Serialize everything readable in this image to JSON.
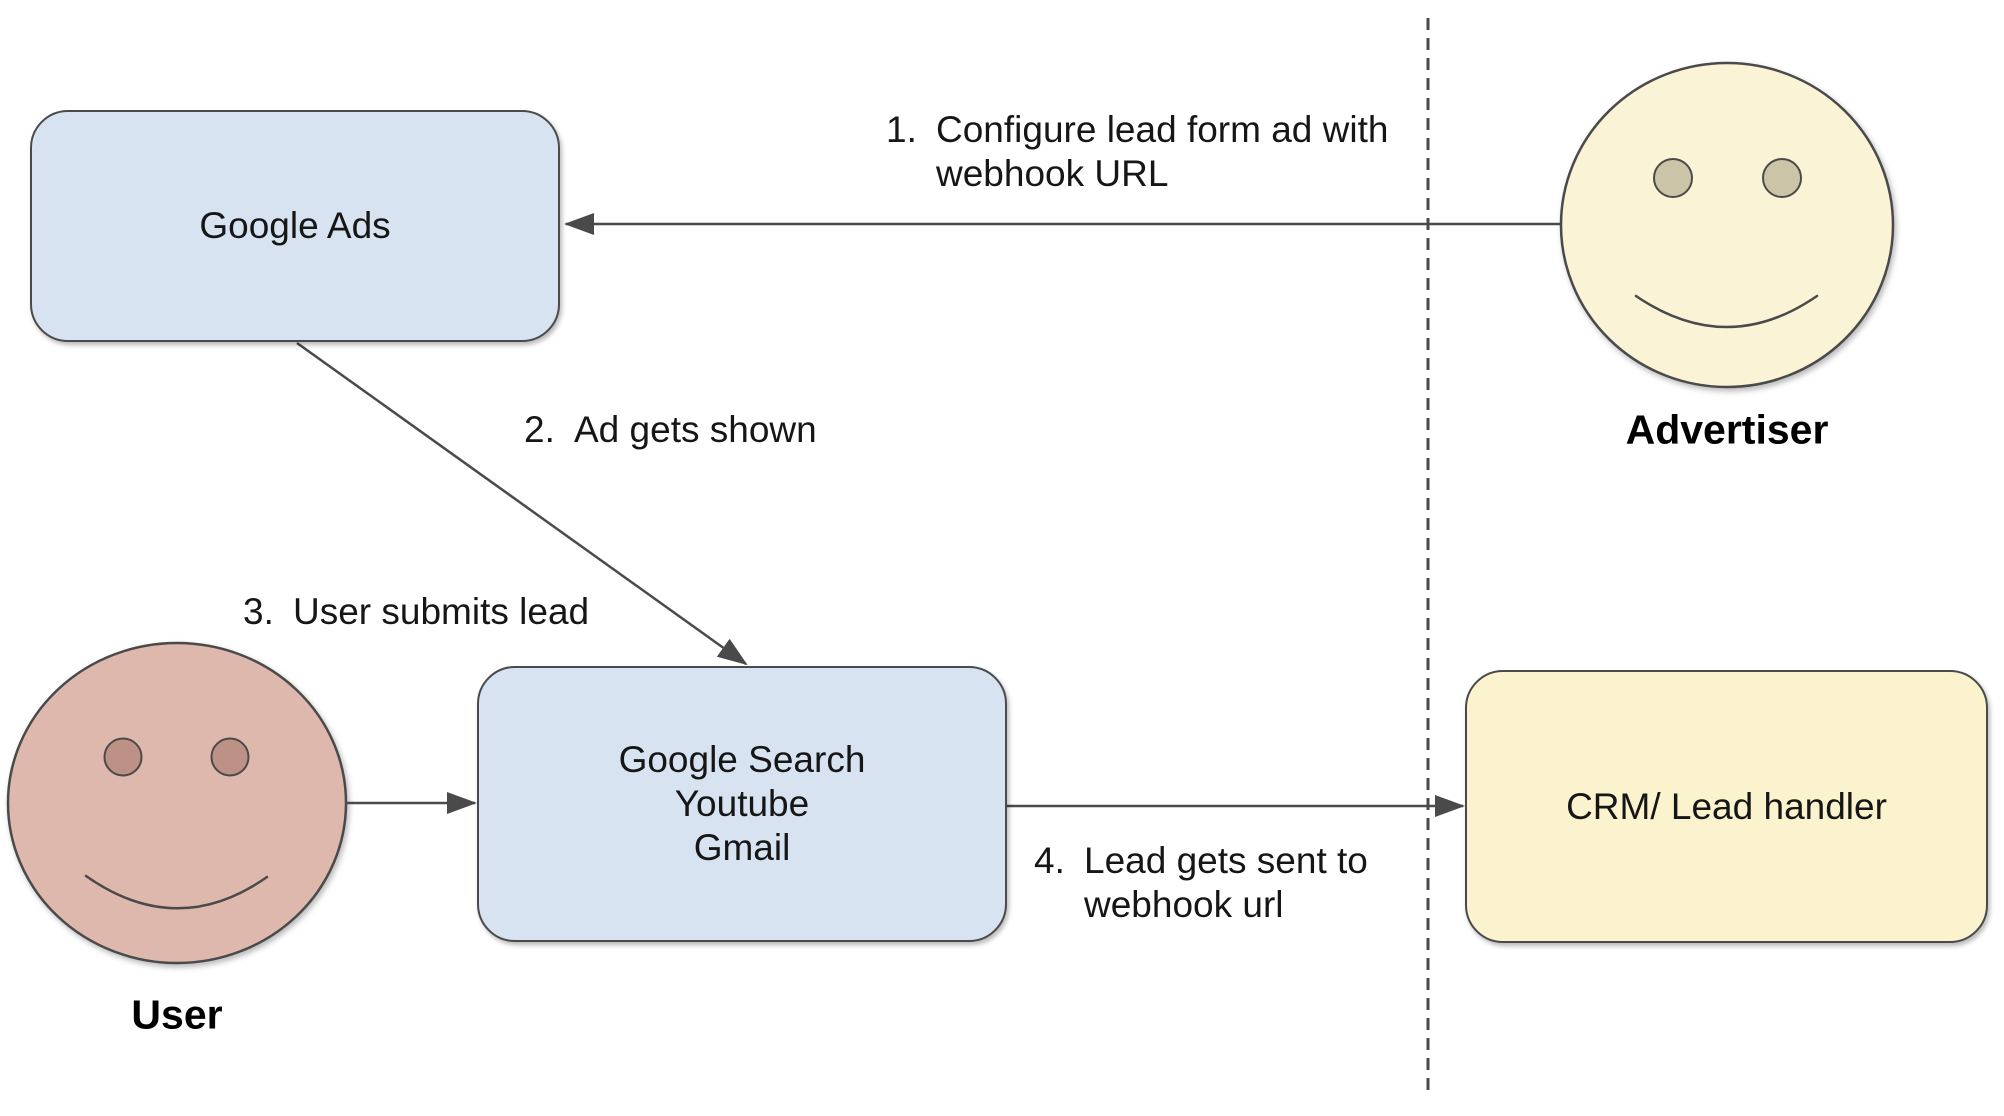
{
  "nodes": {
    "google_ads": {
      "label": "Google Ads"
    },
    "channels": {
      "lines": [
        "Google Search",
        "Youtube",
        "Gmail"
      ]
    },
    "crm": {
      "label": "CRM/ Lead handler"
    }
  },
  "actors": {
    "advertiser": {
      "label": "Advertiser"
    },
    "user": {
      "label": "User"
    }
  },
  "steps": [
    {
      "number": "1.",
      "lines": [
        "Configure lead form ad with",
        "webhook URL"
      ]
    },
    {
      "number": "2.",
      "lines": [
        "Ad gets shown"
      ]
    },
    {
      "number": "3.",
      "lines": [
        "User submits lead"
      ]
    },
    {
      "number": "4.",
      "lines": [
        "Lead gets sent to",
        "webhook url"
      ]
    }
  ],
  "colors": {
    "node-blue-fill": "#D7E3F1",
    "node-yellow-fill": "#FBF2CE",
    "face-yellow-fill": "#FBF3D6",
    "face-pink-fill": "#DEB8AC",
    "eye-tan-fill": "#CBC4A7",
    "eye-pink-fill": "#BD9186",
    "stroke": "#4A4A4A",
    "text": "#161616"
  }
}
